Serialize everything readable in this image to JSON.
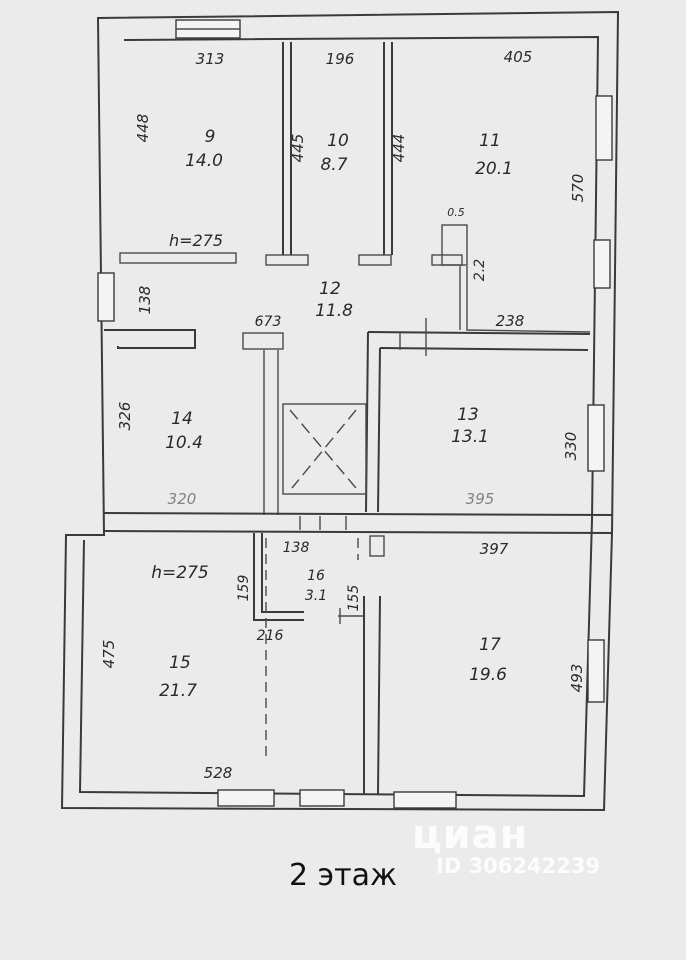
{
  "floor_label": "2 этаж",
  "watermark": {
    "brand": "циан",
    "id": "ID 306242239"
  },
  "rooms": [
    {
      "num": "9",
      "area": "14.0"
    },
    {
      "num": "10",
      "area": "8.7"
    },
    {
      "num": "11",
      "area": "20.1"
    },
    {
      "num": "12",
      "area": "11.8"
    },
    {
      "num": "13",
      "area": "13.1"
    },
    {
      "num": "14",
      "area": "10.4"
    },
    {
      "num": "15",
      "area": "21.7"
    },
    {
      "num": "16",
      "area": "3.1"
    },
    {
      "num": "17",
      "area": "19.6"
    }
  ],
  "dimensions": {
    "d313": "313",
    "d196": "196",
    "d405": "405",
    "d448": "448",
    "d445": "445",
    "d444": "444",
    "d570": "570",
    "h_top": "h=275",
    "d05": "0.5",
    "d22": "2.2",
    "d138a": "138",
    "d673": "673",
    "d238": "238",
    "d326": "326",
    "d330": "330",
    "d320": "320",
    "d395": "395",
    "d138b": "138",
    "d397": "397",
    "h_bottom": "h=275",
    "d159": "159",
    "d155": "155",
    "d216": "216",
    "d475": "475",
    "d493": "493",
    "d528": "528"
  }
}
